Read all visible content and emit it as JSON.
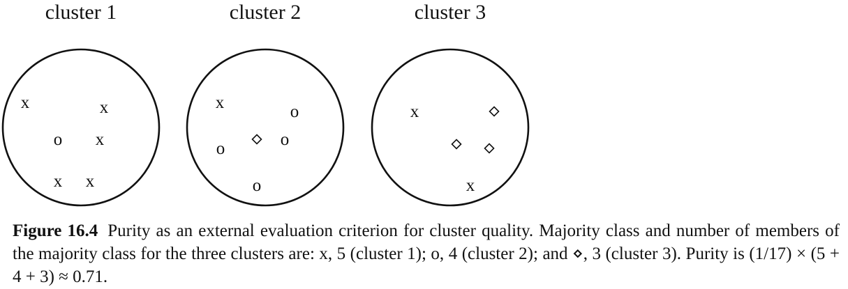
{
  "clusters": [
    {
      "title": "cluster 1",
      "points": [
        {
          "symbol": "x"
        },
        {
          "symbol": "x"
        },
        {
          "symbol": "o"
        },
        {
          "symbol": "x"
        },
        {
          "symbol": "x"
        },
        {
          "symbol": "x"
        }
      ]
    },
    {
      "title": "cluster 2",
      "points": [
        {
          "symbol": "x"
        },
        {
          "symbol": "o"
        },
        {
          "symbol": "o"
        },
        {
          "symbol": "diamond"
        },
        {
          "symbol": "o"
        },
        {
          "symbol": "o"
        }
      ]
    },
    {
      "title": "cluster 3",
      "points": [
        {
          "symbol": "x"
        },
        {
          "symbol": "diamond"
        },
        {
          "symbol": "diamond"
        },
        {
          "symbol": "diamond"
        },
        {
          "symbol": "x"
        }
      ]
    }
  ],
  "caption": {
    "label": "Figure 16.4",
    "text": "Purity as an external evaluation criterion for cluster quality. Majority class and number of members of the majority class for the three clusters are: x, 5 (cluster 1); o, 4 (cluster 2); and ⋄, 3 (cluster 3). Purity is (1/17) × (5 + 4 + 3) ≈ 0.71."
  }
}
